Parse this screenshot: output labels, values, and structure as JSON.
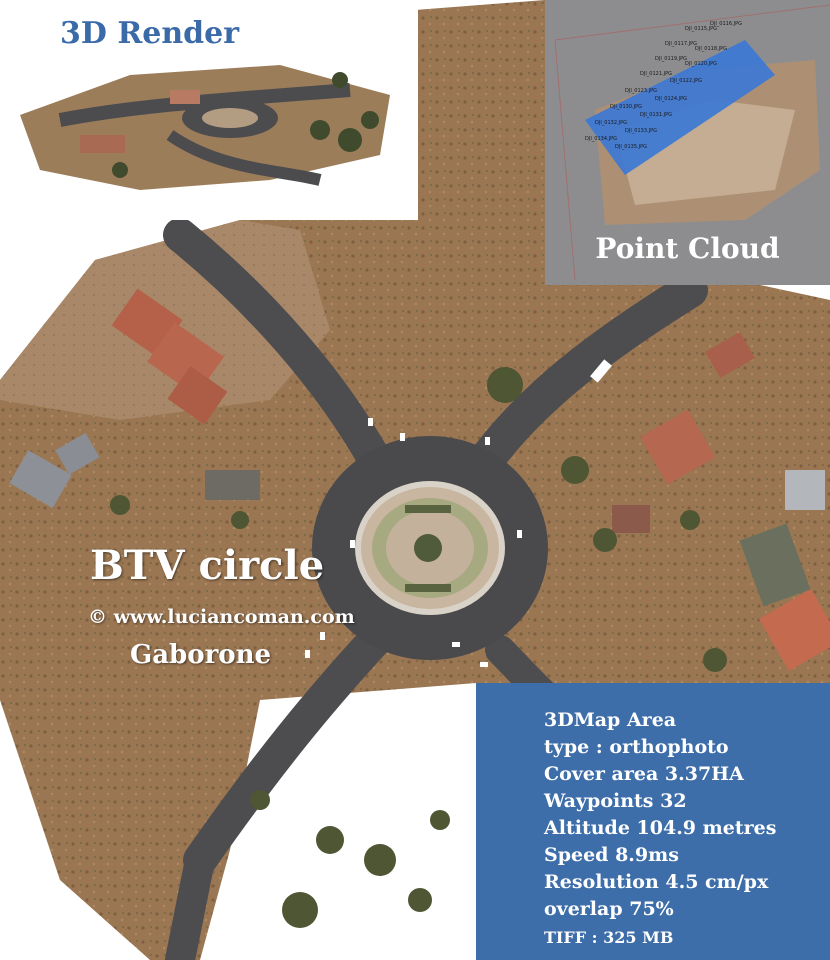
{
  "render": {
    "title": "3D Render"
  },
  "point_cloud": {
    "title": "Point Cloud",
    "camera_labels": [
      "DJI_0115.JPG",
      "DJI_0116.JPG",
      "DJI_0117.JPG",
      "DJI_0118.JPG",
      "DJI_0119.JPG",
      "DJI_0120.JPG",
      "DJI_0121.JPG",
      "DJI_0122.JPG",
      "DJI_0123.JPG",
      "DJI_0124.JPG",
      "DJI_0130.JPG",
      "DJI_0131.JPG",
      "DJI_0132.JPG",
      "DJI_0133.JPG",
      "DJI_0134.JPG",
      "DJI_0135.JPG"
    ]
  },
  "map_labels": {
    "title": "BTV circle",
    "copyright": "© www.luciancoman.com",
    "city": "Gaborone"
  },
  "info": {
    "lines": [
      "3DMap Area",
      "type : orthophoto",
      "Cover area 3.37HA",
      "Waypoints 32",
      "Altitude 104.9 metres",
      "Speed 8.9ms",
      "Resolution 4.5 cm/px",
      "overlap 75%",
      "TIFF : 325 MB"
    ]
  },
  "colors": {
    "info_panel": "#3e6ea9",
    "render_title": "#3b6aa8",
    "point_cloud_bg": "#8d8d8f",
    "road": "#4a4a4c",
    "dry_ground": "#9c7a56",
    "roof": "#b5614a",
    "camera_frames": "#3a78d6"
  }
}
